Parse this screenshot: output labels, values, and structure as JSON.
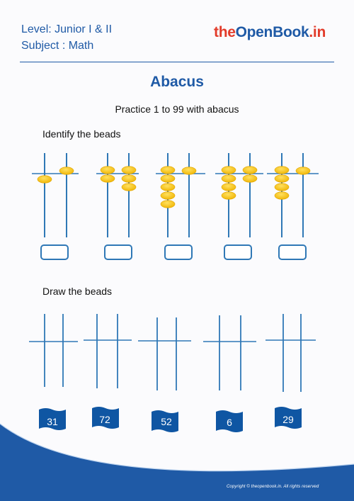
{
  "header": {
    "level": "Level: Junior I & II",
    "subject": "Subject : Math",
    "logo_part1": "the",
    "logo_part2": "OpenBook",
    "logo_part3": ".in"
  },
  "title": "Abacus",
  "subtitle": "Practice 1 to 99 with abacus",
  "identify": {
    "heading": "Identify the beads",
    "abaci": [
      {
        "tens": 1,
        "ones": 1
      },
      {
        "tens": 2,
        "ones": 3
      },
      {
        "tens": 5,
        "ones": 1
      },
      {
        "tens": 4,
        "ones": 2
      },
      {
        "tens": 4,
        "ones": 1
      }
    ]
  },
  "draw": {
    "heading": "Draw the beads",
    "numbers": [
      "31",
      "72",
      "52",
      "6",
      "29"
    ]
  },
  "footer": "Copyright © theopenbook.in. All rights reserved",
  "colors": {
    "brand_blue": "#1f5aa6",
    "accent_red": "#e23b2a",
    "bead_yellow": "#f6c21a",
    "rod_blue": "#2f78b6",
    "label_blue": "#0f56a3"
  }
}
